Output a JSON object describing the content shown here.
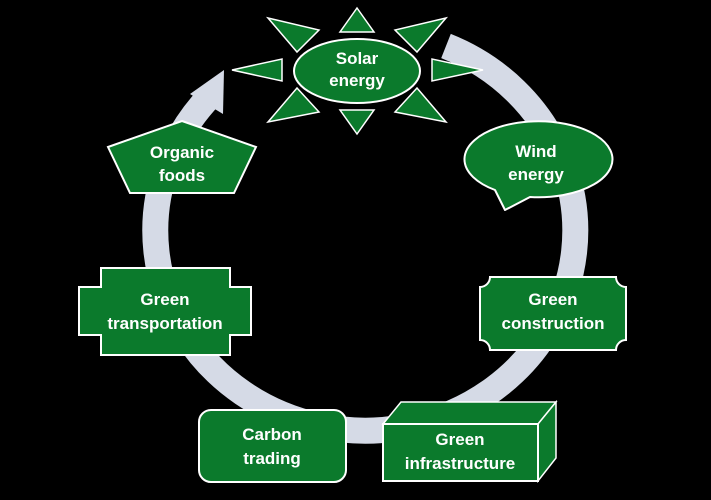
{
  "colors": {
    "background": "#000000",
    "ring": "#d5dae6",
    "fill": "#0b7a2c",
    "stroke": "#ffffff",
    "text": "#ffffff"
  },
  "nodes": {
    "solar": {
      "line1": "Solar",
      "line2": "energy",
      "shape": "sun"
    },
    "wind": {
      "line1": "Wind",
      "line2": "energy",
      "shape": "speech-bubble"
    },
    "construction": {
      "line1": "Green",
      "line2": "construction",
      "shape": "rounded-rectangle"
    },
    "infrastructure": {
      "line1": "Green",
      "line2": "infrastructure",
      "shape": "cube"
    },
    "carbon": {
      "line1": "Carbon",
      "line2": "trading",
      "shape": "rounded-rectangle"
    },
    "transportation": {
      "line1": "Green",
      "line2": "transportation",
      "shape": "notched-rectangle"
    },
    "organic": {
      "line1": "Organic",
      "line2": "foods",
      "shape": "pentagon"
    }
  }
}
